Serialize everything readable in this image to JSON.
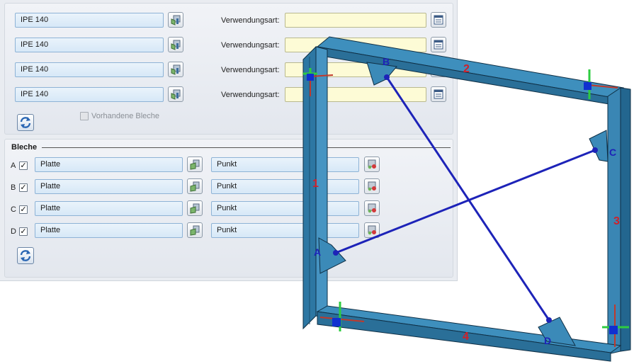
{
  "profile_rows": [
    {
      "value": "IPE 140",
      "usage_label": "Verwendungsart:",
      "usage_value": ""
    },
    {
      "value": "IPE 140",
      "usage_label": "Verwendungsart:",
      "usage_value": ""
    },
    {
      "value": "IPE 140",
      "usage_label": "Verwendungsart:",
      "usage_value": ""
    },
    {
      "value": "IPE 140",
      "usage_label": "Verwendungsart:",
      "usage_value": ""
    }
  ],
  "existing_sheets_label": "Vorhandene Bleche",
  "existing_sheets_checked": false,
  "bleche": {
    "title": "Bleche",
    "rows": [
      {
        "letter": "A",
        "checked": true,
        "sheet": "Platte",
        "point": "Punkt"
      },
      {
        "letter": "B",
        "checked": true,
        "sheet": "Platte",
        "point": "Punkt"
      },
      {
        "letter": "C",
        "checked": true,
        "sheet": "Platte",
        "point": "Punkt"
      },
      {
        "letter": "D",
        "checked": true,
        "sheet": "Platte",
        "point": "Punkt"
      }
    ]
  },
  "viewport": {
    "beam_numbers": [
      "1",
      "2",
      "3",
      "4"
    ],
    "corner_letters": [
      "A",
      "B",
      "C",
      "D"
    ],
    "beam_color": "#2f7dab",
    "brace_color": "#1d23b8",
    "number_color": "#d0202a"
  },
  "icons": {
    "profile_pick": "profile-catalog-icon",
    "usage_pick": "catalog-list-icon",
    "refresh": "refresh-icon",
    "sheet_pick": "sheet-catalog-icon",
    "point_pick": "point-pick-icon"
  }
}
